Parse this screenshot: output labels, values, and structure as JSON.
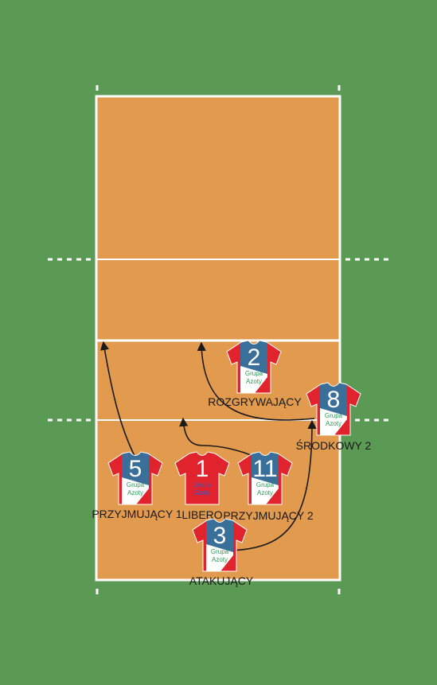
{
  "colors": {
    "field": "#5b9a55",
    "court": "#e19a4e",
    "lines": "#ffffff",
    "jersey_blue": "#3a6f9a",
    "jersey_red": "#e0232c",
    "jersey_white": "#ffffff",
    "libero_red": "#e0232c",
    "sponsor_text": "#2a9a55",
    "libero_sponsor_text": "#3a58c8",
    "arrow": "#1a1a1a"
  },
  "players": [
    {
      "id": "setter",
      "number": "2",
      "sponsor": [
        "Grupa",
        "Azoty"
      ],
      "label": "ROZGRYWAJĄCY",
      "libero": false
    },
    {
      "id": "middle2",
      "number": "8",
      "sponsor": [
        "Grupa",
        "Azoty"
      ],
      "label": "ŚRODKOWY 2",
      "libero": false
    },
    {
      "id": "receiver1",
      "number": "5",
      "sponsor": [
        "Grupa",
        "Azoty"
      ],
      "label": "PRZYJMUJĄCY 1",
      "libero": false
    },
    {
      "id": "libero",
      "number": "1",
      "sponsor": [
        "Grupa",
        "Azoty"
      ],
      "label": "LIBERO",
      "libero": true
    },
    {
      "id": "receiver2",
      "number": "11",
      "sponsor": [
        "Grupa",
        "Azoty"
      ],
      "label": "PRZYJMUJĄCY 2",
      "libero": false
    },
    {
      "id": "opposite",
      "number": "3",
      "sponsor": [
        "Grupa",
        "Azoty"
      ],
      "label": "ATAKUJĄCY",
      "libero": false
    }
  ],
  "arrows": [
    {
      "from": "receiver1",
      "to": "front-left"
    },
    {
      "from": "middle2",
      "to": "front-middle"
    },
    {
      "from": "receiver2",
      "to": "back-middle"
    },
    {
      "from": "opposite",
      "to": "back-right"
    }
  ]
}
